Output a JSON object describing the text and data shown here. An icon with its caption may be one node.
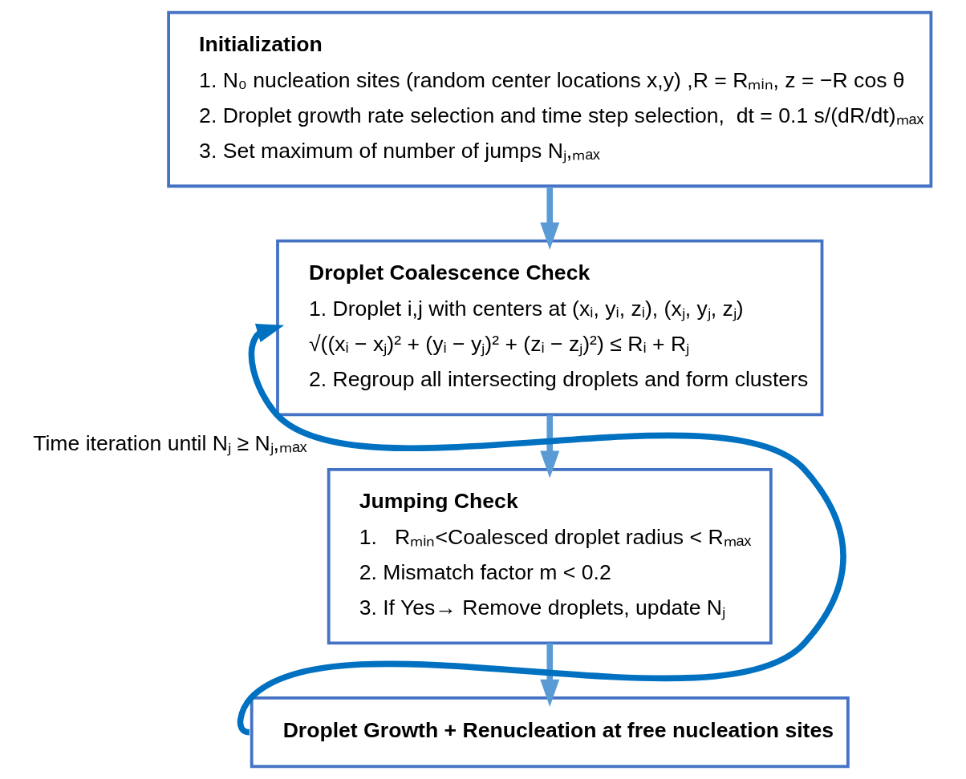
{
  "diagram": {
    "nodes": [
      {
        "text": [
          "Initialization",
          "1. N₀ nucleation sites (random center locations x,y) ,R = Rₘᵢₙ, z = −R cos θ",
          "2. Droplet growth rate selection and time step selection,  dt = 0.1 s/(dR/dt)ₘₐₓ",
          "3. Set maximum of number of jumps Nⱼ,ₘₐₓ"
        ]
      },
      {
        "text": [
          "Droplet Coalescence Check",
          "1. Droplet i,j with centers at (xᵢ, yᵢ, zᵢ), (xⱼ, yⱼ, zⱼ)",
          "√((xᵢ − xⱼ)² + (yᵢ − yⱼ)² + (zᵢ − zⱼ)²) ≤ Rᵢ + Rⱼ",
          "2. Regroup all intersecting droplets and form clusters"
        ]
      },
      {
        "text": [
          "Jumping Check",
          "1.   Rₘᵢₙ<Coalesced droplet radius < Rₘₐₓ",
          "2. Mismatch factor m < 0.2",
          "3. If Yes→ Remove droplets, update Nⱼ"
        ]
      },
      {
        "text": [
          "Droplet Growth + Renucleation at free nucleation sites"
        ]
      }
    ],
    "edges": [
      {
        "from": 0,
        "to": 1,
        "arrow": "to"
      },
      {
        "from": 1,
        "to": 2,
        "arrow": "to"
      },
      {
        "from": 2,
        "to": 3,
        "arrow": "to"
      },
      {
        "from": 3,
        "to": 1,
        "arrow": "to",
        "label": "Time iteration until Nⱼ ≥ Nⱼ,ₘₐₓ",
        "color": "#0070c0"
      }
    ]
  }
}
